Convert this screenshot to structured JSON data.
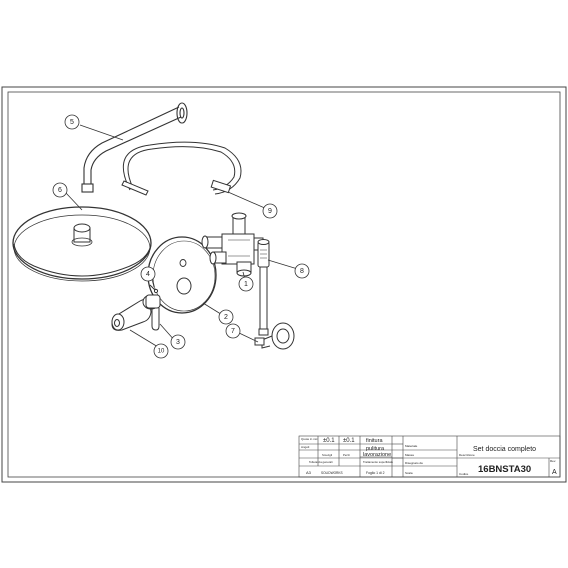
{
  "title_block": {
    "tolerance_a": "±0.1",
    "tolerance_b": "±0.1",
    "finish_label": "finitura",
    "finish_value": "pulitura",
    "process_label": "lavorazione",
    "col_quota": "Quote in mm",
    "col_angoli": "Angoli",
    "col_smerigli": "Smerigli",
    "col_pezzi": "Pezzi",
    "col_tolerance_general": "Tolleranza generali",
    "col_trattamento": "Trattamento superficiale",
    "format": "A3",
    "cad_software": "SOLIDWORKS",
    "page": "Foglio 1 di 2",
    "scale_label": "Scala",
    "material_label": "Materiale",
    "massa_label": "Massa",
    "disegnatore_label": "Disegnato da",
    "description_label": "Descrizione",
    "drawing_title": "Set doccia completo",
    "code_label": "Codice",
    "drawing_code": "16BNSTA30",
    "revision_label": "Rev.",
    "revision": "A"
  },
  "callouts": [
    "1",
    "2",
    "3",
    "4",
    "5",
    "6",
    "7",
    "8",
    "9",
    "10"
  ]
}
